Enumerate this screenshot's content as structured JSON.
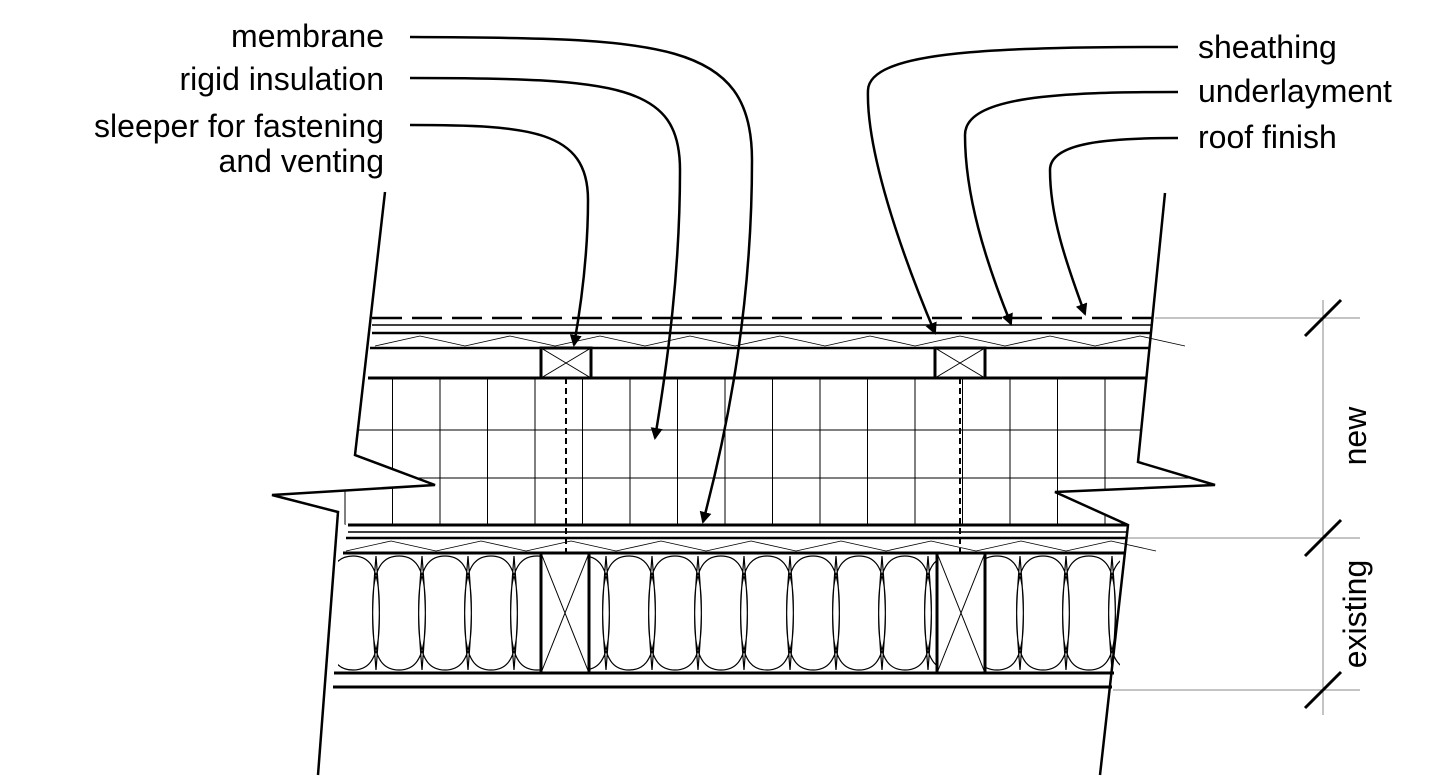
{
  "labels_left": {
    "membrane": "membrane",
    "rigid_insulation": "rigid insulation",
    "sleeper_line1": "sleeper for fastening",
    "sleeper_line2": "and venting"
  },
  "labels_right": {
    "sheathing": "sheathing",
    "underlayment": "underlayment",
    "roof_finish": "roof finish"
  },
  "dimensions": {
    "new": "new",
    "existing": "existing"
  },
  "colors": {
    "line": "#000000",
    "dim_line": "#888888",
    "background": "#ffffff"
  }
}
